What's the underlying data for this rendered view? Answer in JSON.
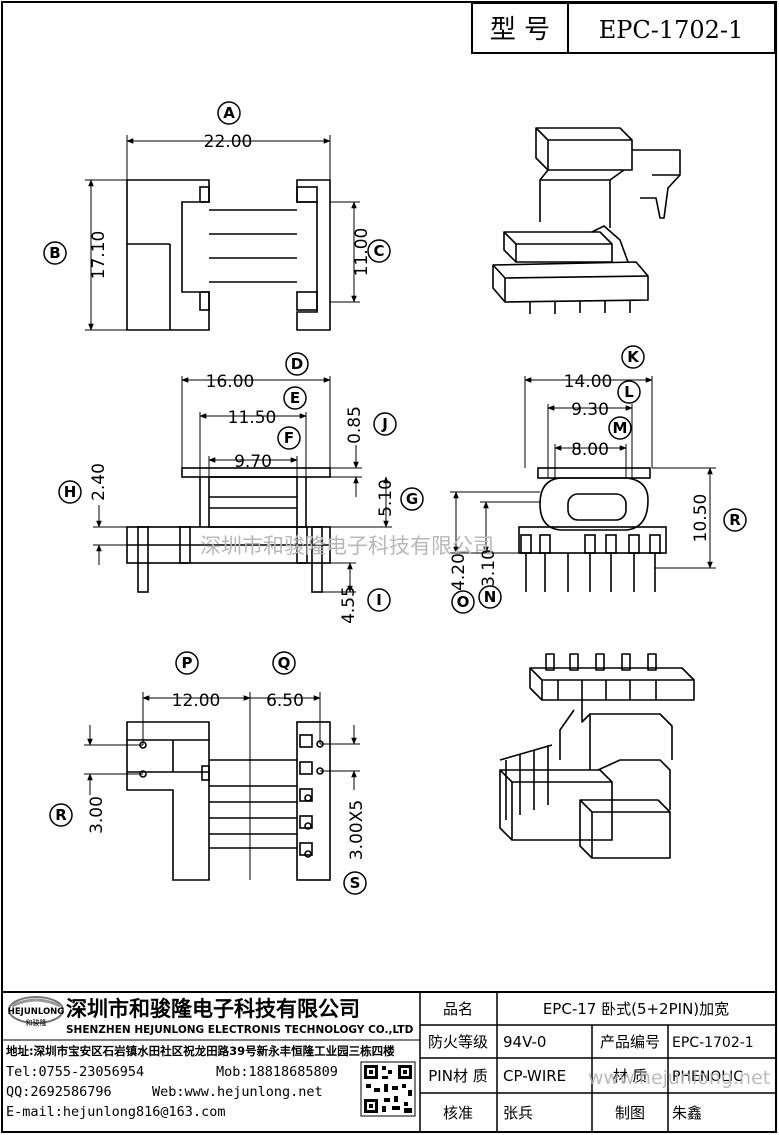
{
  "header": {
    "model_label": "型 号",
    "model_value": "EPC-1702-1"
  },
  "dimensions": {
    "A": "22.00",
    "B": "17.10",
    "C": "11.00",
    "D": "16.00",
    "E": "11.50",
    "F": "9.70",
    "G": "5.10",
    "H": "2.40",
    "I": "4.55",
    "J": "0.85",
    "K": "14.00",
    "L": "9.30",
    "M": "8.00",
    "N": "3.10",
    "O": "4.20",
    "P": "12.00",
    "Q": "6.50",
    "R": "10.50",
    "R2": "3.00",
    "S": "3.00X5"
  },
  "watermark_1": "深圳市和骏隆电子科技有限公司",
  "watermark_2": "www.hejunlong.net",
  "company": {
    "logo_text": "HEJUNLONG",
    "logo_sub": "和骏隆",
    "name_cn": "深圳市和骏隆电子科技有限公司",
    "name_en": "SHENZHEN HEJUNLONG ELECTRONIS TECHNOLOGY CO.,LTD",
    "address": "地址:深圳市宝安区石岩镇水田社区祝龙田路39号新永丰恒隆工业园三栋四楼",
    "tel": "Tel:0755-23056954",
    "mob": "Mob:18818685809",
    "qq": "QQ:2692586796",
    "web": "Web:www.hejunlong.net",
    "email": "E-mail:hejunlong816@163.com"
  },
  "table": {
    "name_label": "品名",
    "name_value": "EPC-17 卧式(5+2PIN)加宽",
    "fire_label": "防火等级",
    "fire_value": "94V-0",
    "code_label": "产品编号",
    "code_value": "EPC-1702-1",
    "pin_label": "PIN材 质",
    "pin_value": "CP-WIRE",
    "mat_label": "材 质",
    "mat_value": "PHENOLIC",
    "check_label": "核准",
    "check_value": "张兵",
    "draw_label": "制图",
    "draw_value": "朱鑫"
  }
}
